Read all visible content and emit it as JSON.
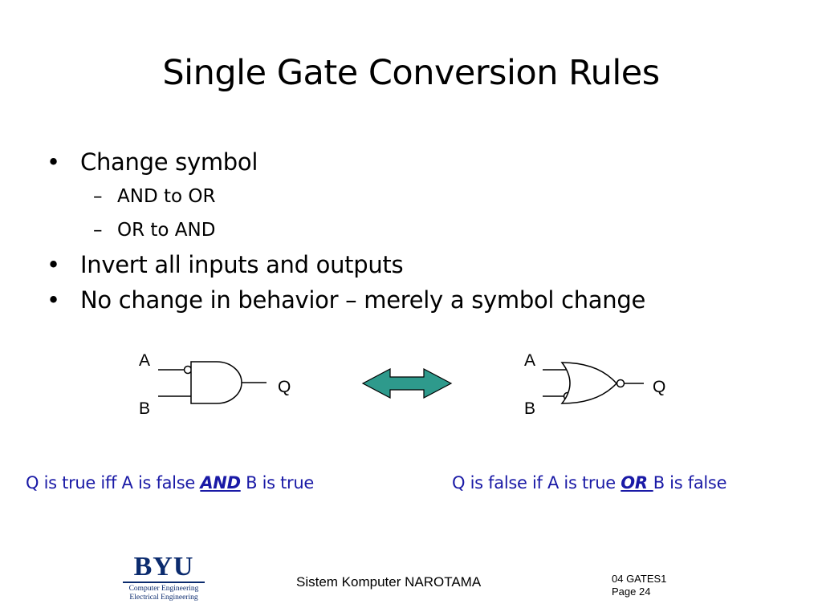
{
  "slide": {
    "title": "Single Gate Conversion Rules",
    "bullets": [
      "Change symbol",
      "Invert all inputs and outputs",
      "No change in behavior – merely a symbol change"
    ],
    "sub_bullets": [
      "AND to OR",
      "OR to AND"
    ],
    "bullet_marker": "•",
    "sub_marker": "–"
  },
  "diagram": {
    "left_gate": {
      "input_a": "A",
      "input_b": "B",
      "output": "Q"
    },
    "right_gate": {
      "input_a": "A",
      "input_b": "B",
      "output": "Q"
    },
    "arrow_color": "#2e9a8c"
  },
  "captions": {
    "left": {
      "pre": "Q is true iff A is false ",
      "keyword": "AND",
      "post": " B is true"
    },
    "right": {
      "pre": "Q is false if A is true ",
      "keyword": "OR ",
      "post": " B is false"
    },
    "color": "#1a1aa6"
  },
  "logo": {
    "mark": "BYU",
    "line1": "Computer Engineering",
    "line2": "Electrical Engineering"
  },
  "footer": {
    "center": "Sistem Komputer NAROTAMA",
    "right_line1": "04 GATES1",
    "right_line2": "Page 24"
  }
}
